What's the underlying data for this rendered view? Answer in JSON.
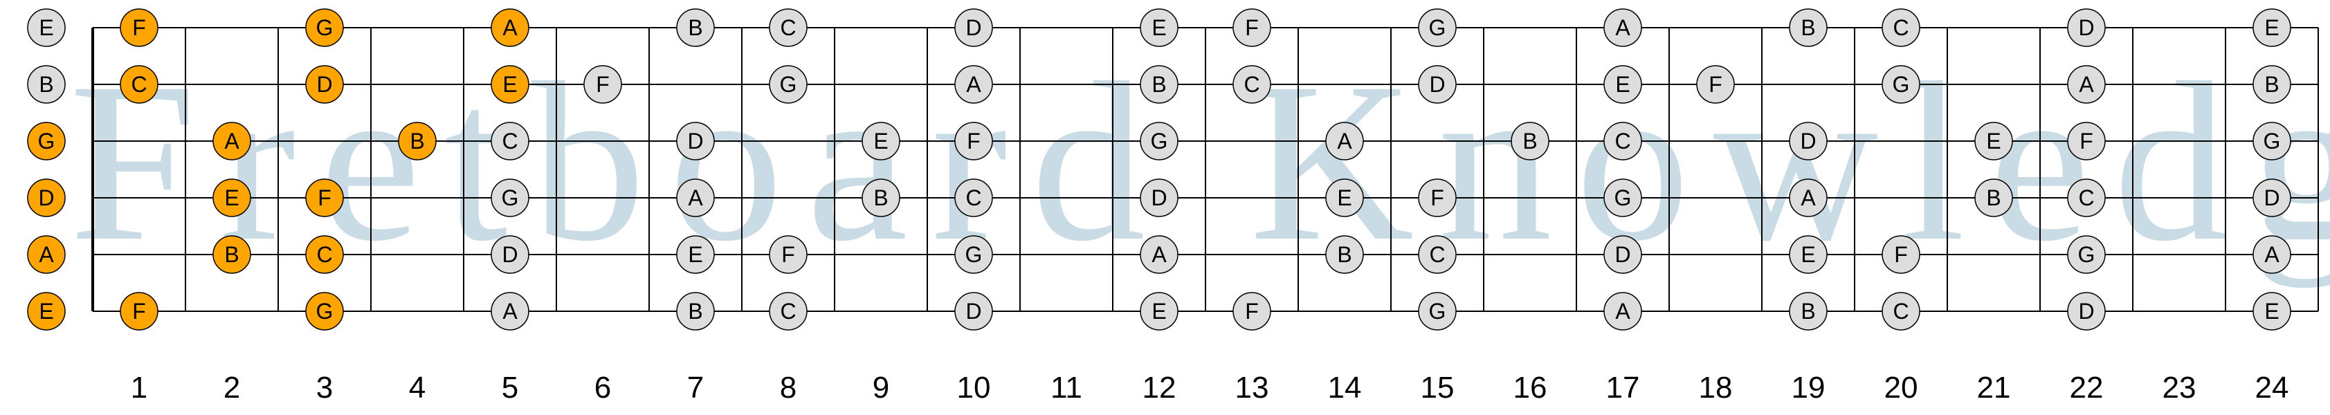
{
  "watermark": "Fretboard Knowledge",
  "colors": {
    "highlight": "#ffa500",
    "natural": "#dddddd",
    "outline": "#000000",
    "watermark": "#c9dce6"
  },
  "strings": [
    "E",
    "B",
    "G",
    "D",
    "A",
    "E"
  ],
  "fret_labels": [
    "1",
    "2",
    "3",
    "4",
    "5",
    "6",
    "7",
    "8",
    "9",
    "10",
    "11",
    "12",
    "13",
    "14",
    "15",
    "16",
    "17",
    "18",
    "19",
    "20",
    "21",
    "22",
    "23",
    "24"
  ],
  "notes": [
    {
      "string": 0,
      "fret": 0,
      "label": "E",
      "highlight": false
    },
    {
      "string": 0,
      "fret": 1,
      "label": "F",
      "highlight": true
    },
    {
      "string": 0,
      "fret": 3,
      "label": "G",
      "highlight": true
    },
    {
      "string": 0,
      "fret": 5,
      "label": "A",
      "highlight": true
    },
    {
      "string": 0,
      "fret": 7,
      "label": "B",
      "highlight": false
    },
    {
      "string": 0,
      "fret": 8,
      "label": "C",
      "highlight": false
    },
    {
      "string": 0,
      "fret": 10,
      "label": "D",
      "highlight": false
    },
    {
      "string": 0,
      "fret": 12,
      "label": "E",
      "highlight": false
    },
    {
      "string": 0,
      "fret": 13,
      "label": "F",
      "highlight": false
    },
    {
      "string": 0,
      "fret": 15,
      "label": "G",
      "highlight": false
    },
    {
      "string": 0,
      "fret": 17,
      "label": "A",
      "highlight": false
    },
    {
      "string": 0,
      "fret": 19,
      "label": "B",
      "highlight": false
    },
    {
      "string": 0,
      "fret": 20,
      "label": "C",
      "highlight": false
    },
    {
      "string": 0,
      "fret": 22,
      "label": "D",
      "highlight": false
    },
    {
      "string": 0,
      "fret": 24,
      "label": "E",
      "highlight": false
    },
    {
      "string": 1,
      "fret": 0,
      "label": "B",
      "highlight": false
    },
    {
      "string": 1,
      "fret": 1,
      "label": "C",
      "highlight": true
    },
    {
      "string": 1,
      "fret": 3,
      "label": "D",
      "highlight": true
    },
    {
      "string": 1,
      "fret": 5,
      "label": "E",
      "highlight": true
    },
    {
      "string": 1,
      "fret": 6,
      "label": "F",
      "highlight": false
    },
    {
      "string": 1,
      "fret": 8,
      "label": "G",
      "highlight": false
    },
    {
      "string": 1,
      "fret": 10,
      "label": "A",
      "highlight": false
    },
    {
      "string": 1,
      "fret": 12,
      "label": "B",
      "highlight": false
    },
    {
      "string": 1,
      "fret": 13,
      "label": "C",
      "highlight": false
    },
    {
      "string": 1,
      "fret": 15,
      "label": "D",
      "highlight": false
    },
    {
      "string": 1,
      "fret": 17,
      "label": "E",
      "highlight": false
    },
    {
      "string": 1,
      "fret": 18,
      "label": "F",
      "highlight": false
    },
    {
      "string": 1,
      "fret": 20,
      "label": "G",
      "highlight": false
    },
    {
      "string": 1,
      "fret": 22,
      "label": "A",
      "highlight": false
    },
    {
      "string": 1,
      "fret": 24,
      "label": "B",
      "highlight": false
    },
    {
      "string": 2,
      "fret": 0,
      "label": "G",
      "highlight": true
    },
    {
      "string": 2,
      "fret": 2,
      "label": "A",
      "highlight": true
    },
    {
      "string": 2,
      "fret": 4,
      "label": "B",
      "highlight": true
    },
    {
      "string": 2,
      "fret": 5,
      "label": "C",
      "highlight": false
    },
    {
      "string": 2,
      "fret": 7,
      "label": "D",
      "highlight": false
    },
    {
      "string": 2,
      "fret": 9,
      "label": "E",
      "highlight": false
    },
    {
      "string": 2,
      "fret": 10,
      "label": "F",
      "highlight": false
    },
    {
      "string": 2,
      "fret": 12,
      "label": "G",
      "highlight": false
    },
    {
      "string": 2,
      "fret": 14,
      "label": "A",
      "highlight": false
    },
    {
      "string": 2,
      "fret": 16,
      "label": "B",
      "highlight": false
    },
    {
      "string": 2,
      "fret": 17,
      "label": "C",
      "highlight": false
    },
    {
      "string": 2,
      "fret": 19,
      "label": "D",
      "highlight": false
    },
    {
      "string": 2,
      "fret": 21,
      "label": "E",
      "highlight": false
    },
    {
      "string": 2,
      "fret": 22,
      "label": "F",
      "highlight": false
    },
    {
      "string": 2,
      "fret": 24,
      "label": "G",
      "highlight": false
    },
    {
      "string": 3,
      "fret": 0,
      "label": "D",
      "highlight": true
    },
    {
      "string": 3,
      "fret": 2,
      "label": "E",
      "highlight": true
    },
    {
      "string": 3,
      "fret": 3,
      "label": "F",
      "highlight": true
    },
    {
      "string": 3,
      "fret": 5,
      "label": "G",
      "highlight": false
    },
    {
      "string": 3,
      "fret": 7,
      "label": "A",
      "highlight": false
    },
    {
      "string": 3,
      "fret": 9,
      "label": "B",
      "highlight": false
    },
    {
      "string": 3,
      "fret": 10,
      "label": "C",
      "highlight": false
    },
    {
      "string": 3,
      "fret": 12,
      "label": "D",
      "highlight": false
    },
    {
      "string": 3,
      "fret": 14,
      "label": "E",
      "highlight": false
    },
    {
      "string": 3,
      "fret": 15,
      "label": "F",
      "highlight": false
    },
    {
      "string": 3,
      "fret": 17,
      "label": "G",
      "highlight": false
    },
    {
      "string": 3,
      "fret": 19,
      "label": "A",
      "highlight": false
    },
    {
      "string": 3,
      "fret": 21,
      "label": "B",
      "highlight": false
    },
    {
      "string": 3,
      "fret": 22,
      "label": "C",
      "highlight": false
    },
    {
      "string": 3,
      "fret": 24,
      "label": "D",
      "highlight": false
    },
    {
      "string": 4,
      "fret": 0,
      "label": "A",
      "highlight": true
    },
    {
      "string": 4,
      "fret": 2,
      "label": "B",
      "highlight": true
    },
    {
      "string": 4,
      "fret": 3,
      "label": "C",
      "highlight": true
    },
    {
      "string": 4,
      "fret": 5,
      "label": "D",
      "highlight": false
    },
    {
      "string": 4,
      "fret": 7,
      "label": "E",
      "highlight": false
    },
    {
      "string": 4,
      "fret": 8,
      "label": "F",
      "highlight": false
    },
    {
      "string": 4,
      "fret": 10,
      "label": "G",
      "highlight": false
    },
    {
      "string": 4,
      "fret": 12,
      "label": "A",
      "highlight": false
    },
    {
      "string": 4,
      "fret": 14,
      "label": "B",
      "highlight": false
    },
    {
      "string": 4,
      "fret": 15,
      "label": "C",
      "highlight": false
    },
    {
      "string": 4,
      "fret": 17,
      "label": "D",
      "highlight": false
    },
    {
      "string": 4,
      "fret": 19,
      "label": "E",
      "highlight": false
    },
    {
      "string": 4,
      "fret": 20,
      "label": "F",
      "highlight": false
    },
    {
      "string": 4,
      "fret": 22,
      "label": "G",
      "highlight": false
    },
    {
      "string": 4,
      "fret": 24,
      "label": "A",
      "highlight": false
    },
    {
      "string": 5,
      "fret": 0,
      "label": "E",
      "highlight": true
    },
    {
      "string": 5,
      "fret": 1,
      "label": "F",
      "highlight": true
    },
    {
      "string": 5,
      "fret": 3,
      "label": "G",
      "highlight": true
    },
    {
      "string": 5,
      "fret": 5,
      "label": "A",
      "highlight": false
    },
    {
      "string": 5,
      "fret": 7,
      "label": "B",
      "highlight": false
    },
    {
      "string": 5,
      "fret": 8,
      "label": "C",
      "highlight": false
    },
    {
      "string": 5,
      "fret": 10,
      "label": "D",
      "highlight": false
    },
    {
      "string": 5,
      "fret": 12,
      "label": "E",
      "highlight": false
    },
    {
      "string": 5,
      "fret": 13,
      "label": "F",
      "highlight": false
    },
    {
      "string": 5,
      "fret": 15,
      "label": "G",
      "highlight": false
    },
    {
      "string": 5,
      "fret": 17,
      "label": "A",
      "highlight": false
    },
    {
      "string": 5,
      "fret": 19,
      "label": "B",
      "highlight": false
    },
    {
      "string": 5,
      "fret": 20,
      "label": "C",
      "highlight": false
    },
    {
      "string": 5,
      "fret": 22,
      "label": "D",
      "highlight": false
    },
    {
      "string": 5,
      "fret": 24,
      "label": "E",
      "highlight": false
    }
  ]
}
